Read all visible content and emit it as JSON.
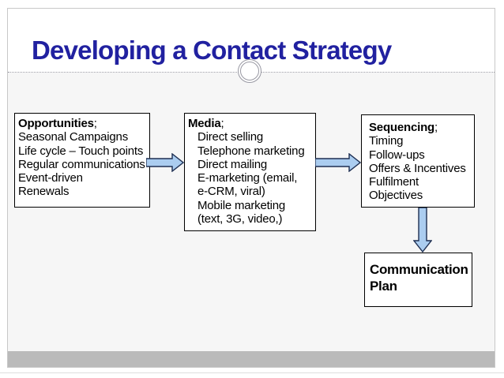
{
  "slide": {
    "title": "Developing a Contact Strategy",
    "boxes": {
      "opportunities": {
        "header": "Opportunities",
        "separator": ";",
        "items": [
          "Seasonal Campaigns",
          "Life cycle – Touch points",
          "Regular communications",
          "Event-driven",
          "Renewals"
        ]
      },
      "media": {
        "header": "Media",
        "separator": ";",
        "items": [
          "Direct selling",
          "Telephone marketing",
          "Direct mailing",
          "E-marketing (email,",
          "e-CRM, viral)",
          "Mobile marketing",
          "(text, 3G, video,)"
        ]
      },
      "sequencing": {
        "header": "Sequencing",
        "separator": ";",
        "items": [
          "Timing",
          "Follow-ups",
          "Offers & Incentives",
          "Fulfilment",
          "Objectives"
        ]
      },
      "communication_plan": {
        "lines": [
          "Communication",
          "Plan"
        ]
      }
    },
    "colors": {
      "title_text": "#2121A0",
      "body_text": "#000000",
      "arrow_fill": "#ABCDF0",
      "arrow_stroke": "#1E2F52",
      "content_bg": "#F6F6F6",
      "footer_band": "#BABABA",
      "box_border": "#000000",
      "box_bg": "#FFFFFF",
      "divider": "#9999A3",
      "slide_border": "#C8C8C8"
    }
  }
}
